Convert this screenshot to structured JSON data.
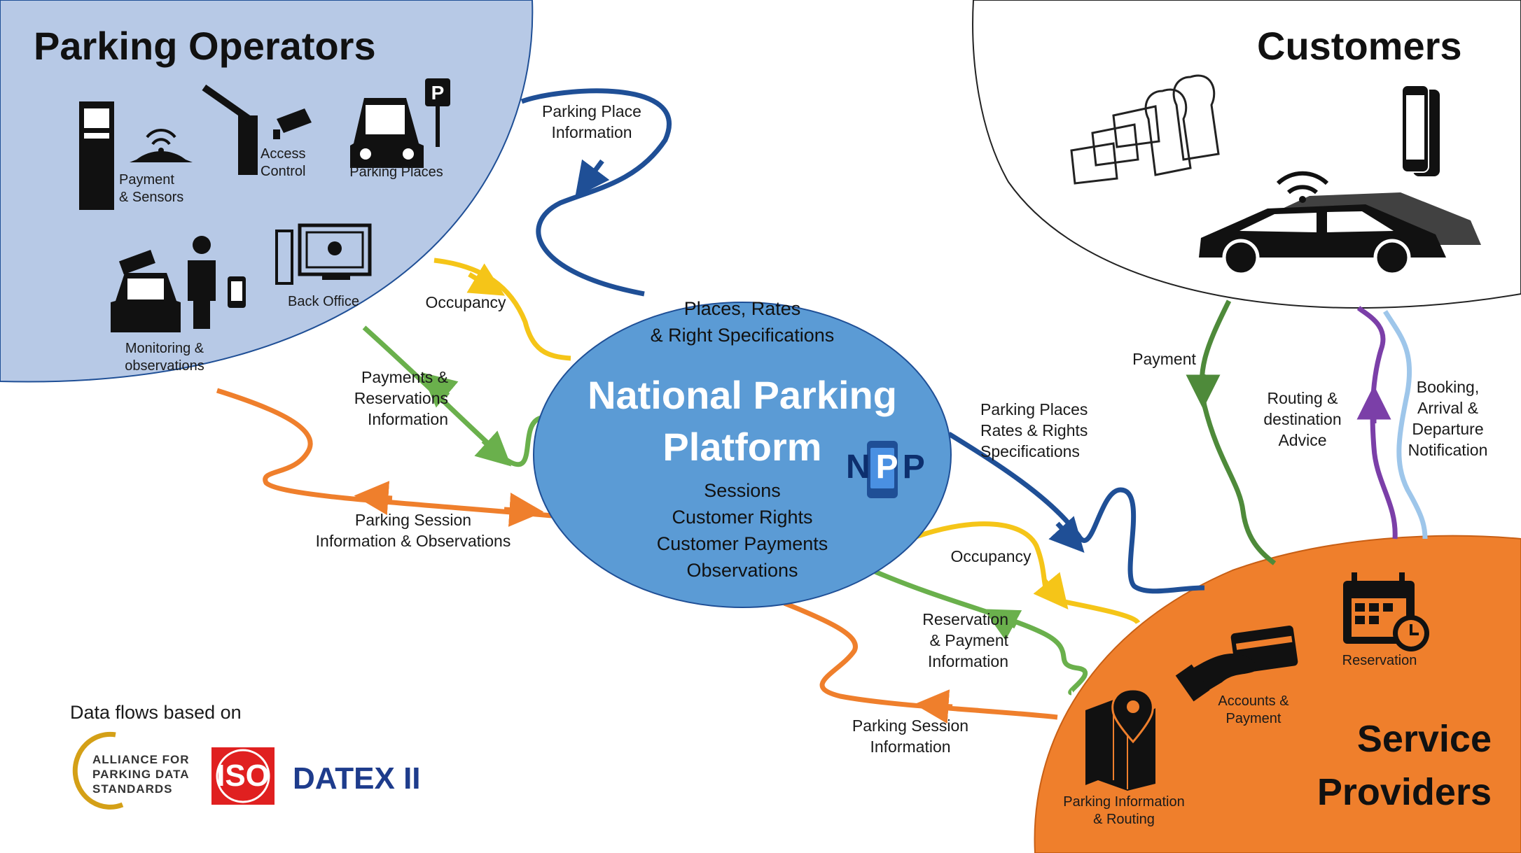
{
  "parking_operators": {
    "title": "Parking Operators",
    "items": [
      {
        "label": "Payment\n& Sensors",
        "icon": "payment-terminal-sensor-icon"
      },
      {
        "label": "Access\nControl",
        "icon": "barrier-camera-icon"
      },
      {
        "label": "Parking Places",
        "icon": "car-parking-sign-icon"
      },
      {
        "label": "Back Office",
        "icon": "computer-gear-icon"
      },
      {
        "label": "Monitoring &\nobservations",
        "icon": "police-camera-car-icon"
      }
    ]
  },
  "customers": {
    "title": "Customers",
    "icons": [
      "computer-users-icon",
      "smartphones-icon",
      "connected-cars-icon"
    ]
  },
  "service_providers": {
    "title": "Service\nProviders",
    "items": [
      {
        "label": "Reservation",
        "icon": "calendar-clock-icon"
      },
      {
        "label": "Accounts &\nPayment",
        "icon": "hand-card-icon"
      },
      {
        "label": "Parking Information\n& Routing",
        "icon": "map-pin-icon"
      }
    ]
  },
  "platform": {
    "header": "Places, Rates\n& Right Specifications",
    "title": "National Parking\nPlatform",
    "body": "Sessions\nCustomer Rights\nCustomer Payments\nObservations",
    "logo_text": {
      "n": "N",
      "p1": "P",
      "p2": "P"
    }
  },
  "flows": {
    "parking_place_information": "Parking Place\nInformation",
    "occupancy_left": "Occupancy",
    "payments_reservations": "Payments &\nReservations\nInformation",
    "parking_session_observations": "Parking Session\nInformation & Observations",
    "parking_places_rates": "Parking Places\nRates & Rights\nSpecifications",
    "occupancy_right": "Occupancy",
    "reservation_payment": "Reservation\n& Payment\nInformation",
    "parking_session_right": "Parking Session\nInformation",
    "payment": "Payment",
    "routing_advice": "Routing &\ndestination\nAdvice",
    "booking_notification": "Booking,\nArrival &\nDeparture\nNotification"
  },
  "footer": {
    "caption": "Data flows based on",
    "logos": [
      {
        "text": "ALLIANCE FOR\nPARKING DATA\nSTANDARDS"
      },
      {
        "text": "ISO"
      },
      {
        "text": "DATEX II"
      }
    ]
  },
  "colors": {
    "operators_fill": "#b7c9e6",
    "platform_fill": "#5b9bd5",
    "providers_fill": "#ef7f2c",
    "flow_blue": "#1f4f96",
    "flow_yellow": "#f5c518",
    "flow_green": "#6ab04c",
    "flow_orange": "#ef7f2c",
    "flow_dark_green": "#4e8a3a",
    "flow_purple": "#7b3fa8",
    "flow_light_blue": "#9ec6ea"
  }
}
